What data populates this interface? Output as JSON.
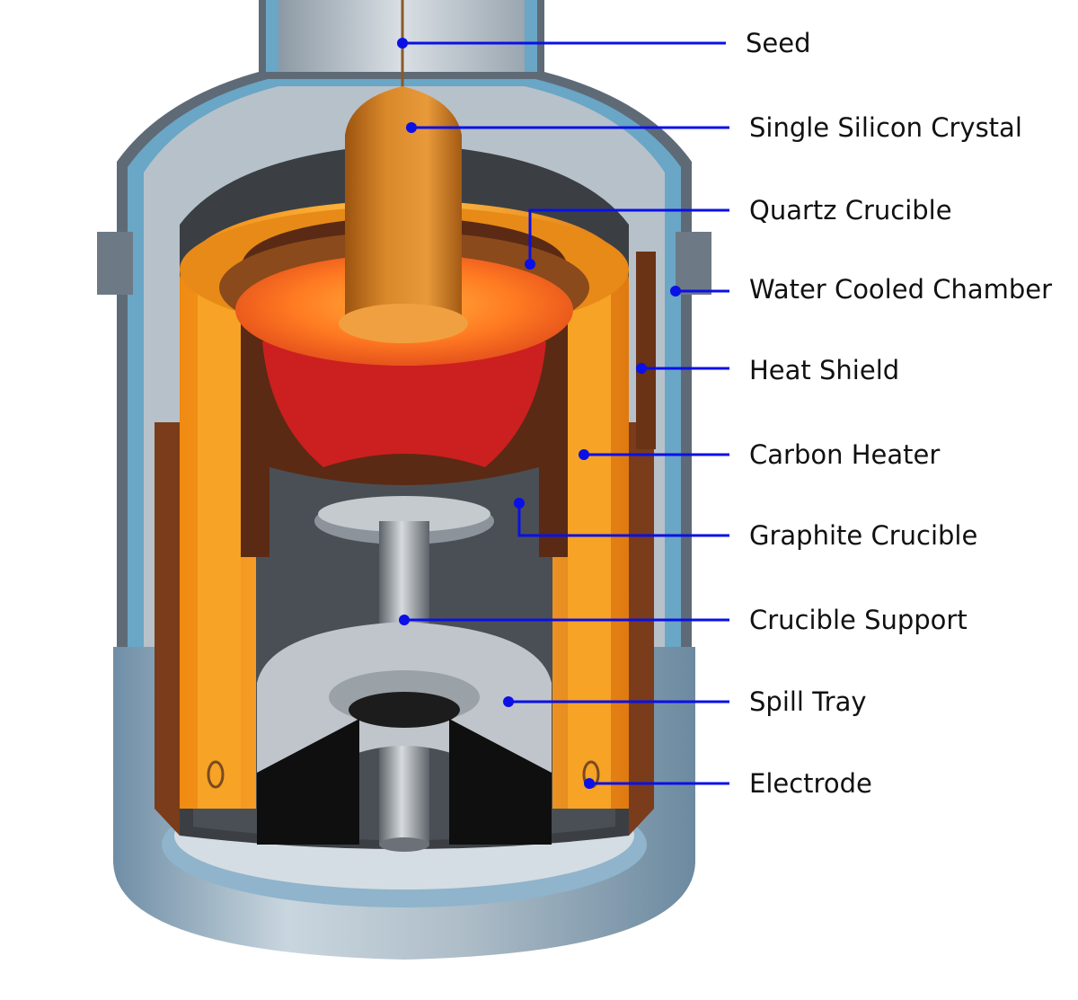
{
  "diagram": {
    "callouts": [
      {
        "label": "Seed"
      },
      {
        "label": "Single Silicon Crystal"
      },
      {
        "label": "Quartz Crucible"
      },
      {
        "label": "Water Cooled Chamber"
      },
      {
        "label": "Heat Shield"
      },
      {
        "label": "Carbon Heater"
      },
      {
        "label": "Graphite Crucible"
      },
      {
        "label": "Crucible Support"
      },
      {
        "label": "Spill Tray"
      },
      {
        "label": "Electrode"
      }
    ],
    "colors": {
      "leader": "#0a10e6",
      "chamber_steel": "#b9c3cc",
      "cooling_water": "#6aa6c6",
      "heater": "#f39a1a",
      "melt": "#cc1f1f",
      "crystal": "#c9761c",
      "graphite": "#5a2a14"
    }
  }
}
